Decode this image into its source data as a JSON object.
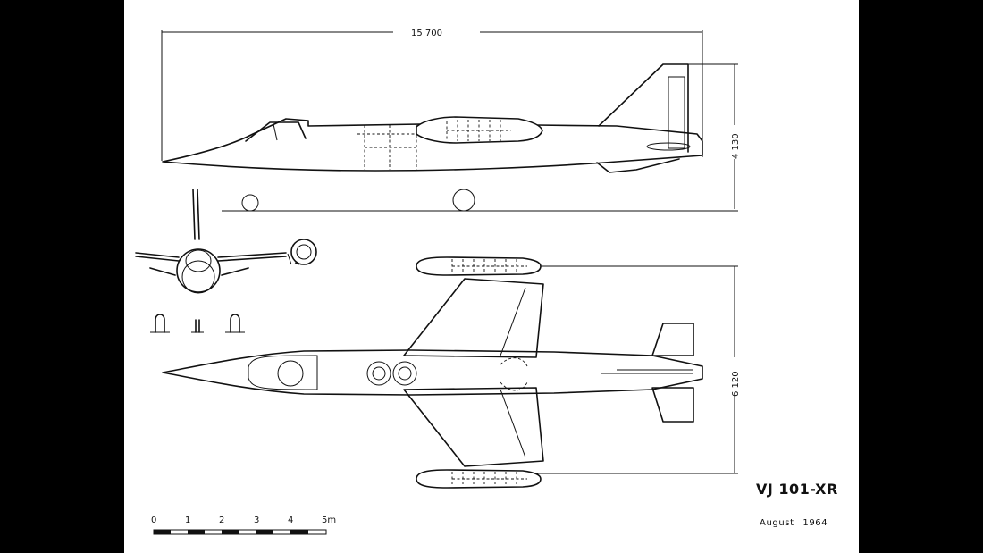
{
  "drawing": {
    "title": "VJ 101-XR",
    "date": "August 1964"
  },
  "dimensions": {
    "length": "15 700",
    "height": "4 130",
    "span": "6 120"
  },
  "scale_bar": {
    "ticks": [
      "0",
      "1",
      "2",
      "3",
      "4",
      "5m"
    ]
  },
  "colors": {
    "background": "#000000",
    "sheet": "#ffffff",
    "ink": "#111111"
  }
}
